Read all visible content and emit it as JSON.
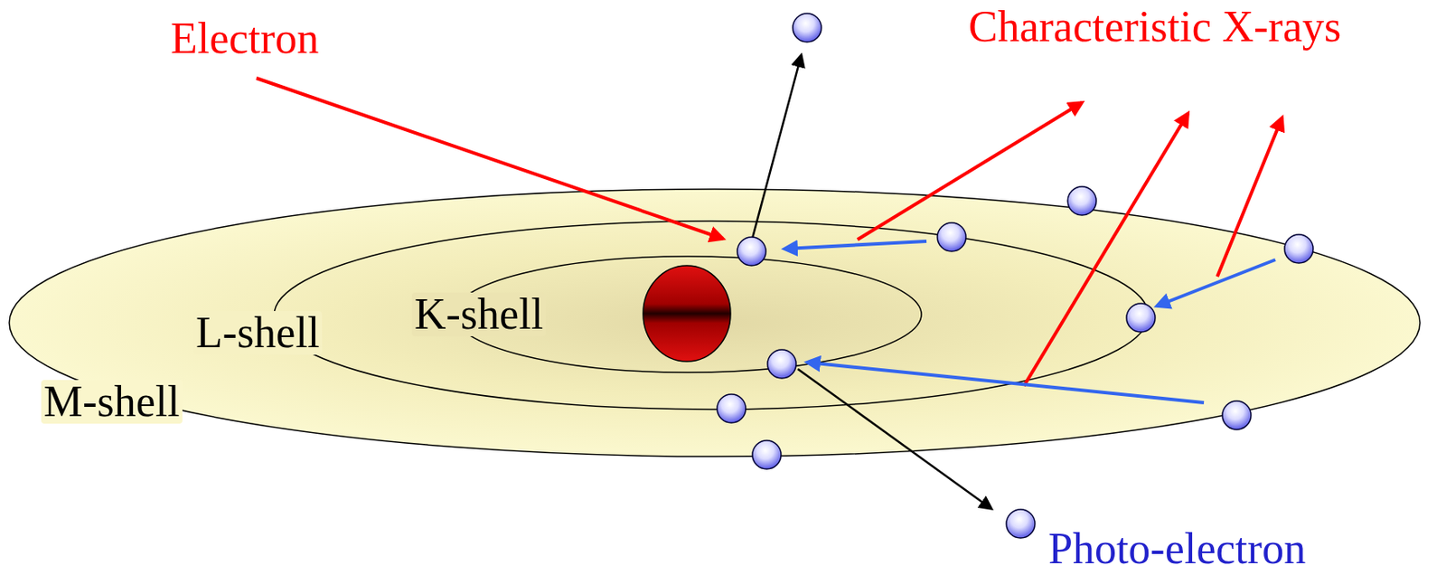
{
  "diagram": {
    "labels": [
      "Electron",
      "Characteristic X-rays",
      "K-shell",
      "L-shell",
      "M-shell",
      "Photo-electron"
    ]
  }
}
